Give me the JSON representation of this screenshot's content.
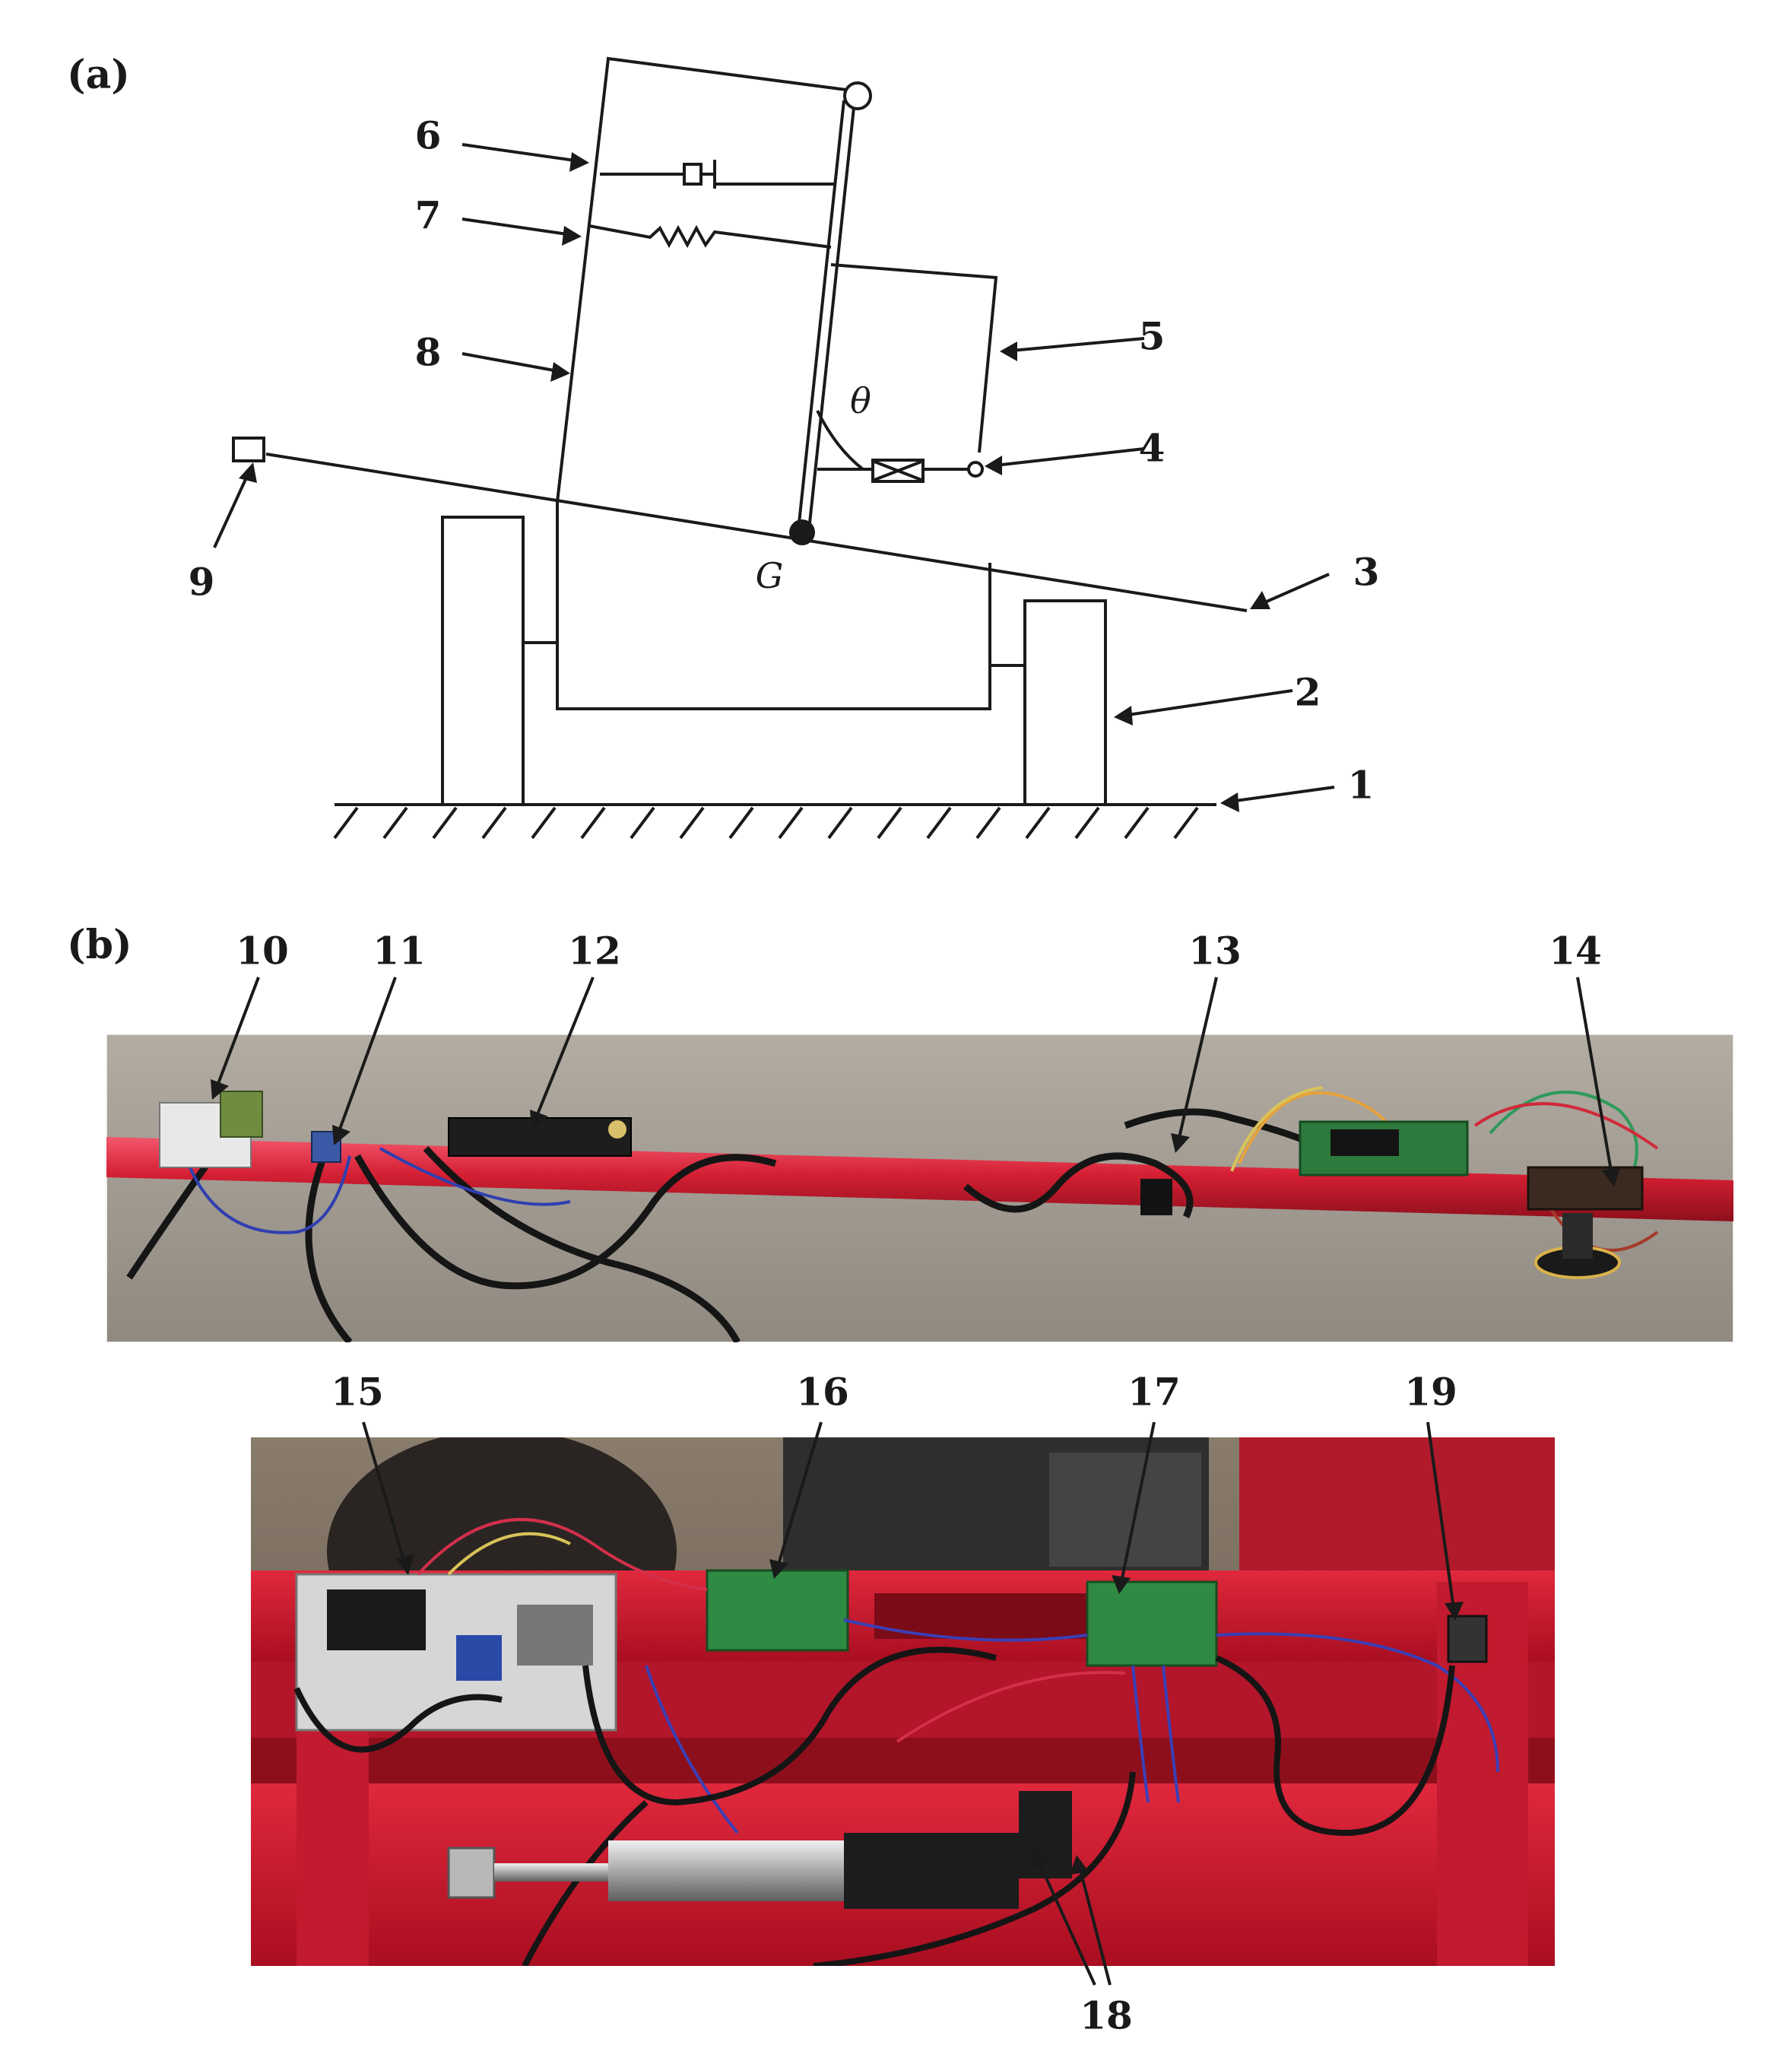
{
  "panels": {
    "a": {
      "label": "(a)"
    },
    "b": {
      "label": "(b)"
    }
  },
  "schematic": {
    "angle_symbol": "θ",
    "centroid_symbol": "G",
    "callouts": [
      "1",
      "2",
      "3",
      "4",
      "5",
      "6",
      "7",
      "8",
      "9"
    ]
  },
  "photos": {
    "top_callouts": [
      "10",
      "11",
      "12",
      "13",
      "14"
    ],
    "bottom_callouts": [
      "15",
      "16",
      "17",
      "19",
      "18"
    ]
  },
  "colors": {
    "line": "#1a1a1a",
    "boom_red": "#d41f33",
    "ground": "#9c968d",
    "frame_red": "#c8142a",
    "actuator": "#1c1c1c"
  }
}
